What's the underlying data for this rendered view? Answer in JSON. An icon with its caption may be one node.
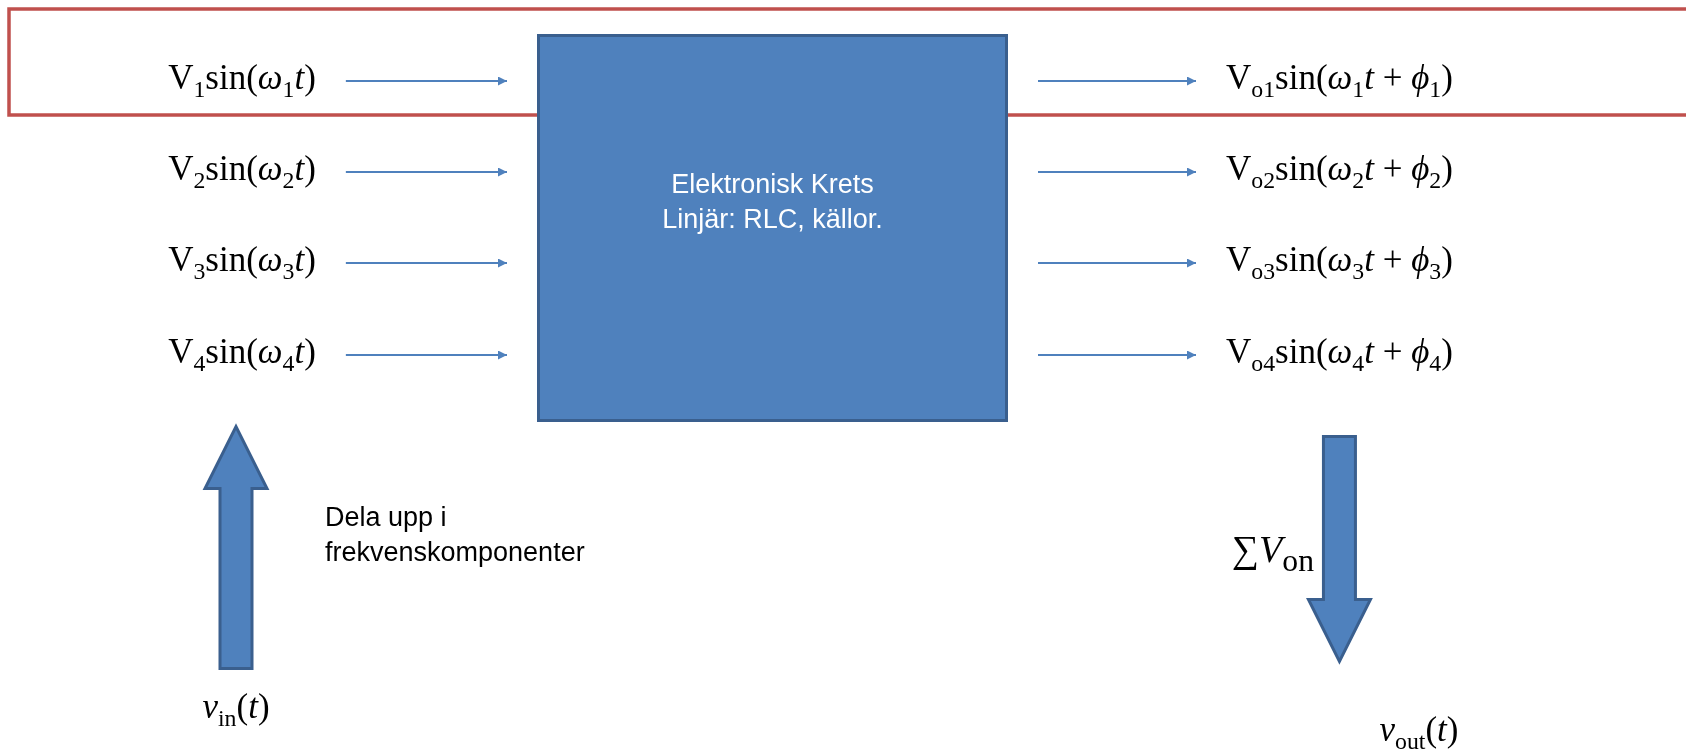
{
  "diagram": {
    "nodes": [
      {
        "text": [
          "V$_{1}$sin(*ω*$_{1}$*t*)"
        ]
      },
      {
        "text": [
          "V$_{2}$sin(*ω*$_{2}$*t*)"
        ]
      },
      {
        "text": [
          "V$_{3}$sin(*ω*$_{3}$*t*)"
        ]
      },
      {
        "text": [
          "V$_{4}$sin(*ω*$_{4}$*t*)"
        ]
      },
      {
        "text": [
          "Elektronisk Krets",
          "Linjär: RLC, källor."
        ]
      },
      {
        "text": [
          "V$_{o1}$sin(*ω*$_{1}$*t* + *ϕ*$_{1}$)"
        ]
      },
      {
        "text": [
          "V$_{o2}$sin(*ω*$_{2}$*t* + *ϕ*$_{2}$)"
        ]
      },
      {
        "text": [
          "V$_{o3}$sin(*ω*$_{3}$*t* + *ϕ*$_{3}$)"
        ]
      },
      {
        "text": [
          "V$_{o4}$sin(*ω*$_{4}$*t* + *ϕ*$_{4}$)"
        ]
      },
      {
        "text": [
          "*v*$_{in}$(*t*)"
        ]
      },
      {
        "text": [
          "*v*$_{out}$(*t*)"
        ]
      }
    ],
    "edges": [
      {
        "from": 0,
        "to": 4,
        "arrow": "to"
      },
      {
        "from": 1,
        "to": 4,
        "arrow": "to"
      },
      {
        "from": 2,
        "to": 4,
        "arrow": "to"
      },
      {
        "from": 3,
        "to": 4,
        "arrow": "to"
      },
      {
        "from": 4,
        "to": 5,
        "arrow": "to"
      },
      {
        "from": 4,
        "to": 6,
        "arrow": "to"
      },
      {
        "from": 4,
        "to": 7,
        "arrow": "to"
      },
      {
        "from": 4,
        "to": 8,
        "arrow": "to"
      },
      {
        "from": 9,
        "to": 3,
        "arrow": "to",
        "style": "thick",
        "label": "Dela upp i frekvenskomponenter"
      },
      {
        "from": 8,
        "to": 10,
        "arrow": "to",
        "style": "thick",
        "label": "∑*V*$_{on}$"
      }
    ]
  }
}
